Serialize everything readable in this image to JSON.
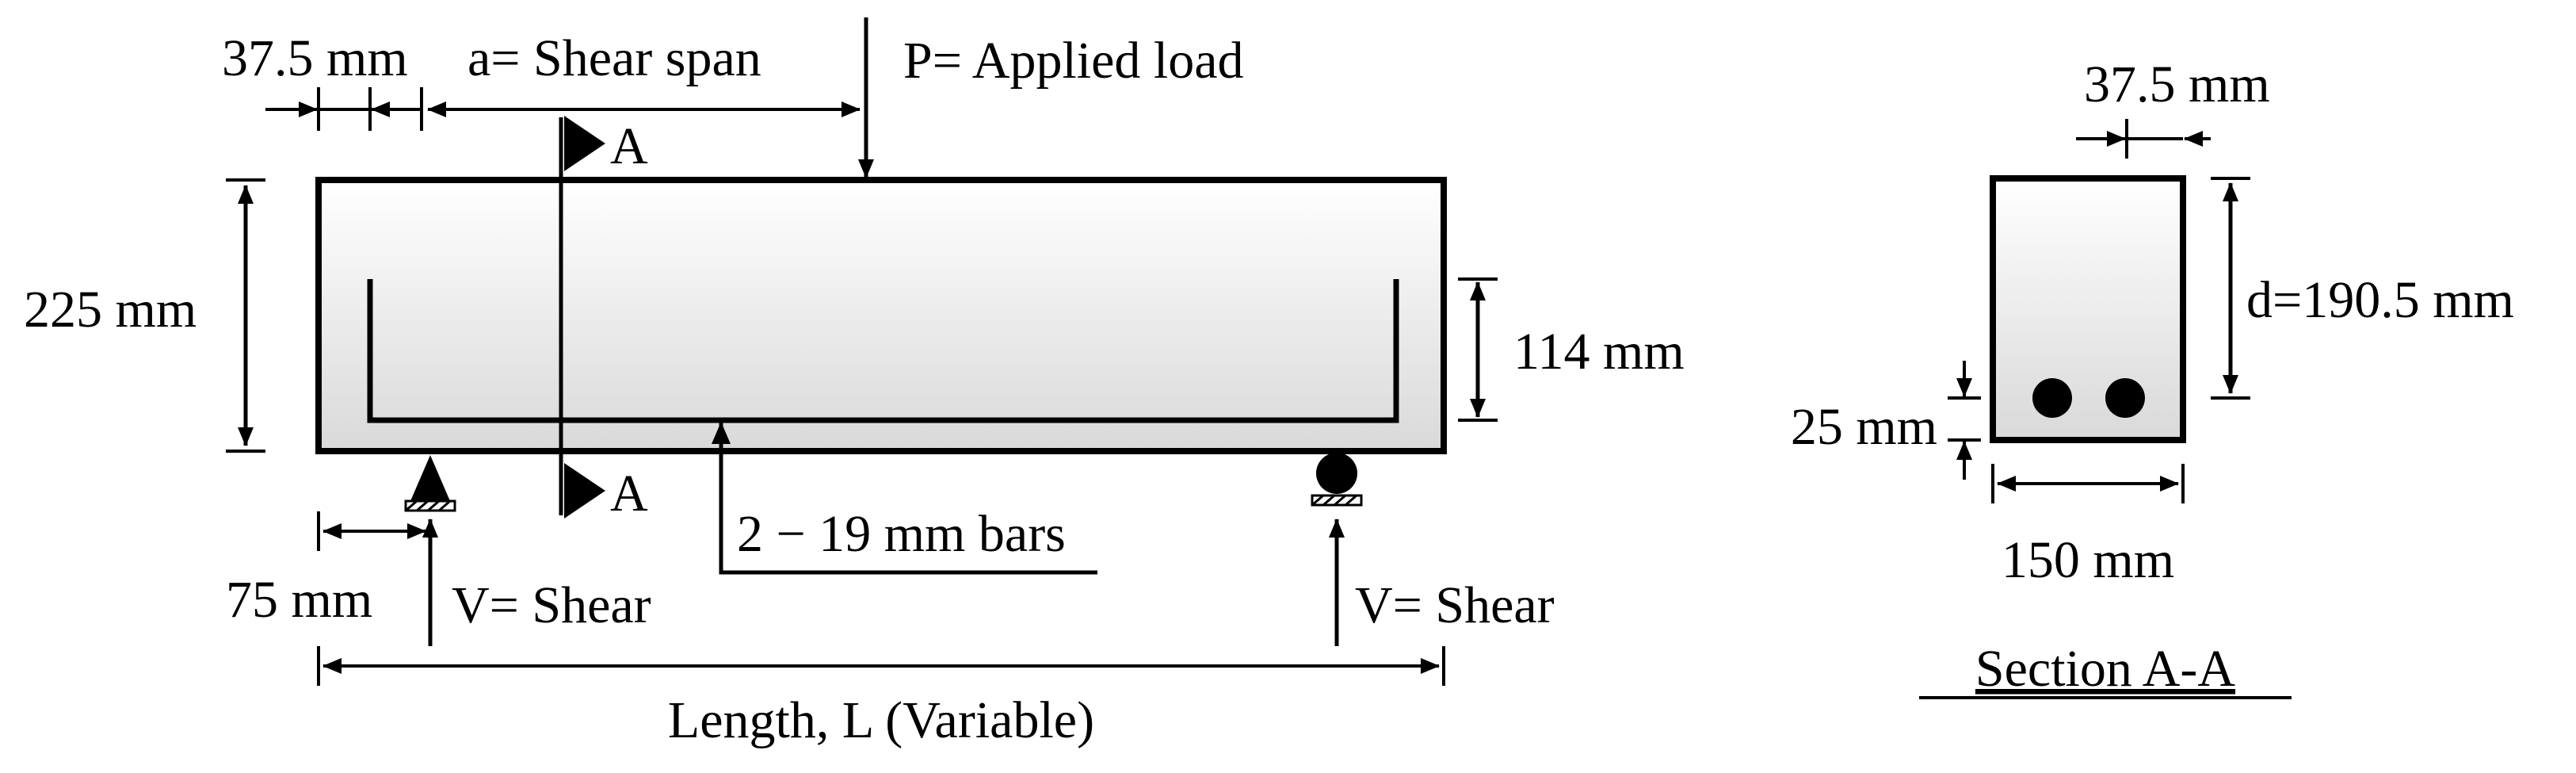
{
  "beam": {
    "left_cover": "37.5 mm",
    "shear_span": "a= Shear span",
    "load": "P= Applied load",
    "section_marker": "A",
    "height": "225 mm",
    "stirrup_height": "114 mm",
    "support_offset": "75 mm",
    "shear_left": "V= Shear",
    "shear_right": "V= Shear",
    "bars": "2 − 19 mm bars",
    "length": "Length, L (Variable)"
  },
  "section": {
    "title": "Section A-A",
    "top_cover": "37.5 mm",
    "effective_depth": "d=190.5 mm",
    "bottom_cover": "25 mm",
    "width": "150 mm"
  },
  "colors": {
    "ink": "#000000",
    "concrete_light": "#ffffff",
    "concrete_dark": "#d9d9d9"
  }
}
